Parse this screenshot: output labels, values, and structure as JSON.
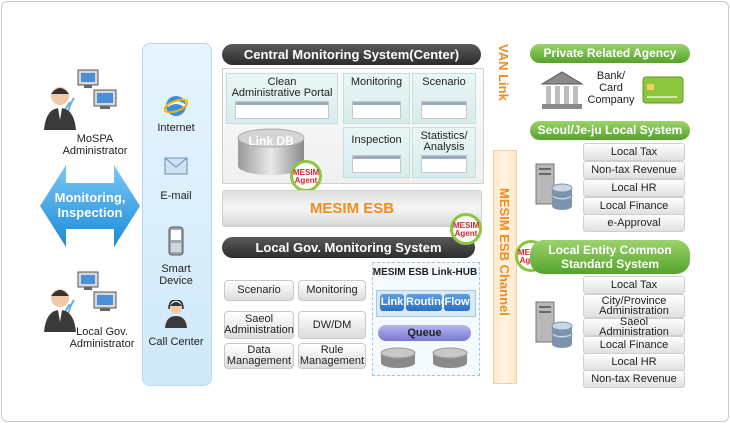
{
  "left": {
    "user_top_label": "MoSPA\nAdministrator",
    "user_bottom_label": "Local Gov.\nAdministrator",
    "arrow_label": "Monitoring,\nInspection"
  },
  "channels": {
    "internet": "Internet",
    "email": "E-mail",
    "smart_device": "Smart\nDevice",
    "call_center": "Call Center"
  },
  "center": {
    "title": "Central Monitoring System(Center)",
    "clean_portal": "Clean\nAdministrative Portal",
    "monitoring": "Monitoring",
    "scenario": "Scenario",
    "inspection": "Inspection",
    "statistics": "Statistics/\nAnalysis",
    "link_db": "Link DB"
  },
  "agent_label": "MESIM\nAgent",
  "esb_label": "MESIM ESB",
  "local_gov": {
    "title": "Local Gov. Monitoring System",
    "scenario": "Scenario",
    "monitoring": "Monitoring",
    "saeol_admin": "Saeol\nAdministration",
    "dw_dm": "DW/DM",
    "data_mgmt": "Data\nManagement",
    "rule_mgmt": "Rule\nManagement"
  },
  "hub": {
    "title": "MESIM ESB Link-HUB",
    "link": "Link",
    "routing": "Routing",
    "flow": "Flow",
    "queue": "Queue"
  },
  "van_link": "VAN Link",
  "esb_channel": "MESIM ESB Channel",
  "right": {
    "private_title": "Private Related Agency",
    "bank_label": "Bank/\nCard\nCompany",
    "seoul_title": "Seoul/Je-ju Local System",
    "seoul_items": [
      "Local Tax",
      "Non-tax Revenue",
      "Local HR",
      "Local Finance",
      "e-Approval"
    ],
    "entity_title": "Local Entity Common\nStandard System",
    "entity_items": [
      "Local Tax",
      "City/Province\nAdministration",
      "Saeol Administration",
      "Local Finance",
      "Local HR",
      "Non-tax Revenue"
    ]
  },
  "colors": {
    "accent_orange": "#f08c1e",
    "green_bar": "#55a32b",
    "dark_bar": "#2c2c2c",
    "channel_blue": "#cfe9f9",
    "arrow_blue": "#1a8ad8"
  }
}
